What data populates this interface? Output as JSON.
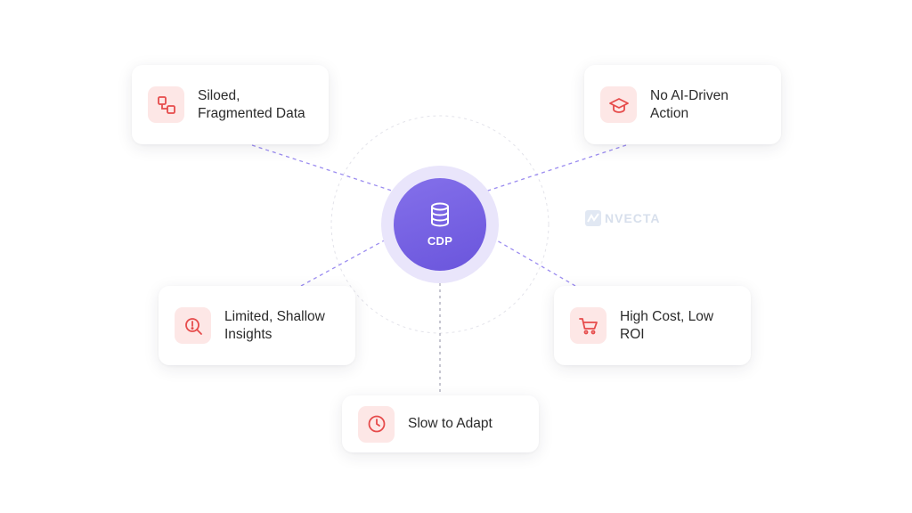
{
  "hub": {
    "label": "CDP",
    "icon": "database-icon"
  },
  "watermark": {
    "text": "NVECTA"
  },
  "colors": {
    "hub": "#7460e4",
    "accent": "#e64b4b",
    "icon_bg": "#fde7e6",
    "connector": "#9b8cf0"
  },
  "nodes": [
    {
      "label": "Siloed,\nFragmented Data",
      "icon": "siloed-data-icon"
    },
    {
      "label": "No AI-Driven\nAction",
      "icon": "graduation-cap-icon"
    },
    {
      "label": "Limited, Shallow\nInsights",
      "icon": "search-alert-icon"
    },
    {
      "label": "High Cost, Low\nROI",
      "icon": "shopping-cart-icon"
    },
    {
      "label": "Slow to Adapt",
      "icon": "clock-icon"
    }
  ]
}
